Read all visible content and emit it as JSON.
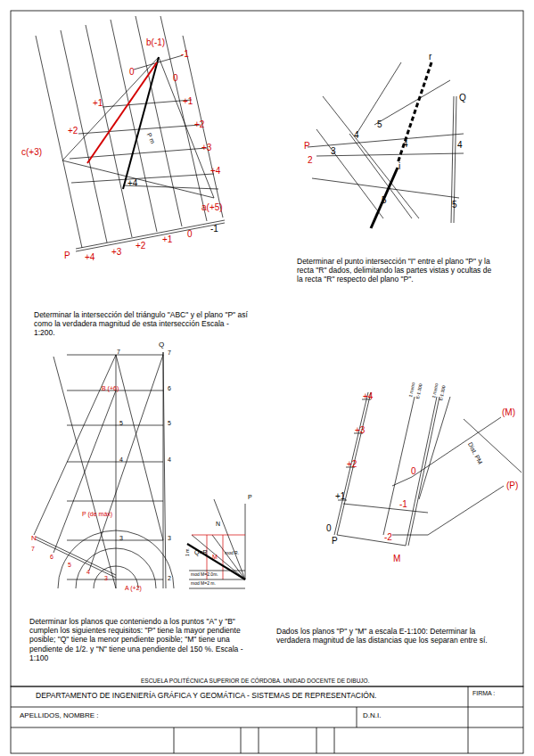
{
  "diagram": {
    "labels": [
      "b(-1)",
      "-1",
      "0",
      "0",
      "+1",
      "+1",
      "+2",
      "+2",
      "c(+3)",
      "+3",
      "+4",
      "+4",
      "a(+5)",
      "P m",
      "P",
      "+4",
      "+3",
      "+2",
      "+1",
      "0",
      "-1",
      "Determinar la intersección del triángulo \"ABC\" y el plano \"P\" así como la verdadera magnitud de esta intersección Escala - 1:200.",
      "r",
      "Q",
      "P",
      "2",
      "3",
      "4",
      "5",
      "4",
      "4",
      "i",
      "5",
      "5",
      "Determinar el punto intersección \"I\" entre el plano \"P\" y la recta \"R\" dados, delimitando las partes vistas y ocultas de la recta \"R\" respecto del plano \"P\".",
      "7",
      "Q",
      "7",
      "B (+6)",
      "6",
      "5",
      "5",
      "4",
      "4",
      "P (de máx)",
      "3",
      "3",
      "N",
      "7",
      "6",
      "5",
      "4",
      "3",
      "2",
      "A (+2)",
      "P",
      "N",
      "Q=R",
      "M",
      "1 m.",
      "mod R.",
      "mod M=2.0m.",
      "mod M=2 m.",
      "Determinar los planos que conteniendo a los puntos \"A\" y \"B\" cumplen los siguientes requisitos: \"P\" tiene la mayor pendiente posible; \"Q\" tiene la menor pendiente posible; \"M\" tiene una pendiente de 1/2. y \"N\" tiene una pendiente del 150 %. Escala - 1:100",
      "+4",
      "+3",
      "+2",
      "+1",
      "0",
      "P",
      "1 metro",
      "E-1:100",
      "1 metro",
      "E-1:100",
      "(M)",
      "Dist. PM",
      "(P)",
      "0",
      "-1",
      "-2",
      "M",
      "Dados los planos \"P\" y \"M\" a escala E-1:100: Determinar la verdadera magnitud de las distancias que los separan entre sí.",
      "ESCUELA POLITÉCNICA SUPERIOR DE CÓRDOBA.   UNIDAD DOCENTE DE DIBUJO.",
      "DEPARTAMENTO DE INGENIERÍA GRÁFICA Y GEOMÁTICA - SISTEMAS DE REPRESENTACIÓN.",
      "FIRMA :",
      "APELLIDOS, NOMBRE :",
      "D.N.I."
    ]
  }
}
